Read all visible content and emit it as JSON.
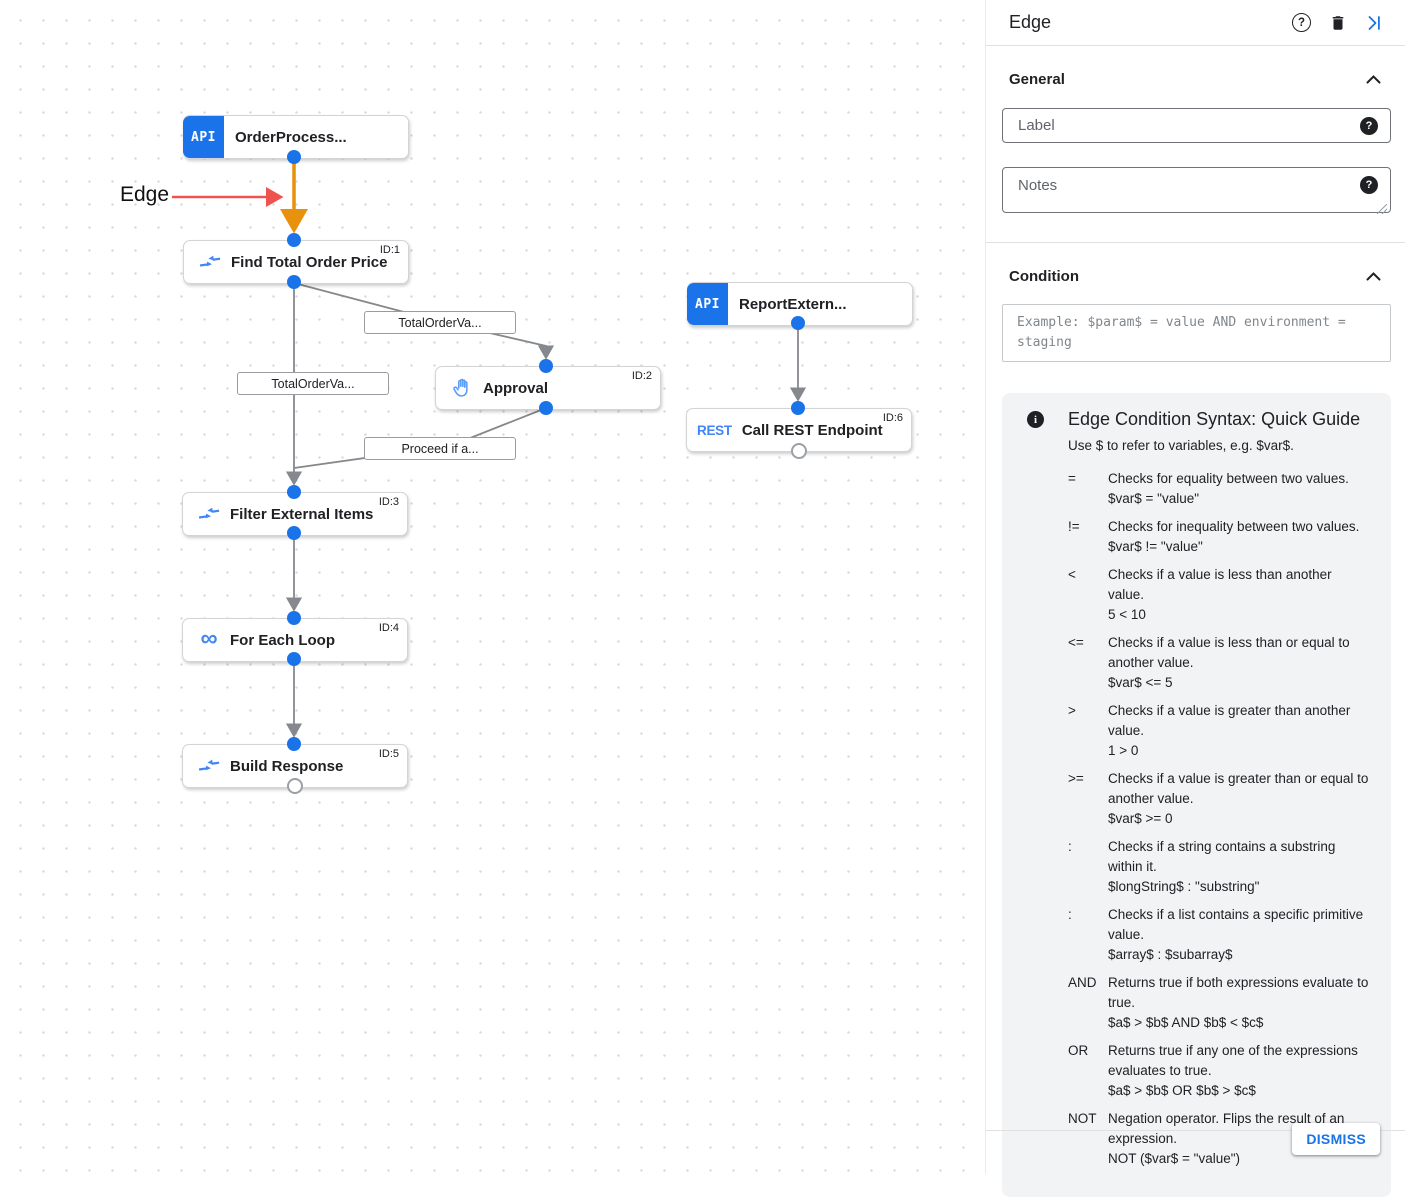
{
  "canvas": {
    "annotation": "Edge",
    "api_badge": "API",
    "rest_badge": "REST",
    "nodes": [
      {
        "title": "OrderProcess...",
        "id": ""
      },
      {
        "title": "Find Total Order Price",
        "id": "ID:1"
      },
      {
        "title": "Approval",
        "id": "ID:2"
      },
      {
        "title": "Filter External Items",
        "id": "ID:3"
      },
      {
        "title": "For Each Loop",
        "id": "ID:4"
      },
      {
        "title": "Build Response",
        "id": "ID:5"
      },
      {
        "title": "ReportExtern...",
        "id": ""
      },
      {
        "title": "Call REST Endpoint",
        "id": "ID:6"
      }
    ],
    "edge_labels": [
      "TotalOrderVa...",
      "TotalOrderVa...",
      "Proceed if a..."
    ]
  },
  "panel": {
    "title": "Edge",
    "general": {
      "heading": "General",
      "label_placeholder": "Label",
      "notes_placeholder": "Notes"
    },
    "condition": {
      "heading": "Condition",
      "placeholder": "Example: $param$ = value AND environment = staging"
    },
    "guide": {
      "title": "Edge Condition Syntax: Quick Guide",
      "subtitle": "Use $ to refer to variables, e.g. $var$.",
      "rows": [
        {
          "op": "=",
          "desc": "Checks for equality between two values.",
          "example": "$var$ = \"value\""
        },
        {
          "op": "!=",
          "desc": "Checks for inequality between two values.",
          "example": "$var$ != \"value\""
        },
        {
          "op": "<",
          "desc": "Checks if a value is less than another value.",
          "example": "5 < 10"
        },
        {
          "op": "<=",
          "desc": "Checks if a value is less than or equal to another value.",
          "example": "$var$ <= 5"
        },
        {
          "op": ">",
          "desc": "Checks if a value is greater than another value.",
          "example": "1 > 0"
        },
        {
          "op": ">=",
          "desc": "Checks if a value is greater than or equal to another value.",
          "example": "$var$ >= 0"
        },
        {
          "op": ":",
          "desc": "Checks if a string contains a substring within it.",
          "example": "$longString$ : \"substring\""
        },
        {
          "op": ":",
          "desc": "Checks if a list contains a specific primitive value.",
          "example": "$array$ : $subarray$"
        },
        {
          "op": "AND",
          "desc": "Returns true if both expressions evaluate to true.",
          "example": "$a$ > $b$ AND $b$ < $c$"
        },
        {
          "op": "OR",
          "desc": "Returns true if any one of the expressions evaluates to true.",
          "example": "$a$ > $b$ OR $b$ > $c$"
        },
        {
          "op": "NOT",
          "desc": "Negation operator. Flips the result of an expression.",
          "example": "NOT ($var$ = \"value\")"
        }
      ]
    },
    "dismiss_label": "DISMISS"
  },
  "colors": {
    "accent_blue": "#1a73e8",
    "icon_blue": "#4285f4",
    "edge_orange": "#e8910c",
    "edge_gray": "#85888c",
    "annotation_red": "#ef5350",
    "port_blue": "#1a73e8"
  }
}
